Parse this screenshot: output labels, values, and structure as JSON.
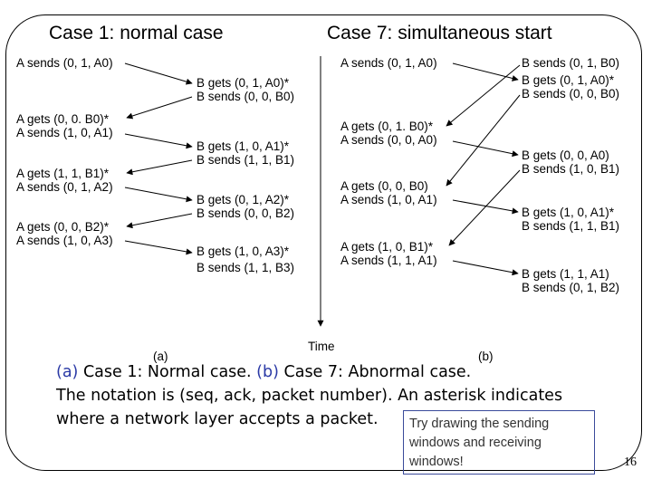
{
  "headers": {
    "left": "Case 1: normal case",
    "right": "Case 7: simultaneous start"
  },
  "diagram": {
    "left_a": [
      "A sends (0, 1, A0)",
      "A gets (0, 0. B0)*",
      "A sends (1, 0, A1)",
      "A gets (1, 1, B1)*",
      "A sends (0, 1, A2)",
      "A gets (0, 0, B2)*",
      "A sends (1, 0, A3)"
    ],
    "left_b": [
      "B gets (0, 1, A0)*",
      "B sends (0, 0, B0)",
      "B gets (1, 0, A1)*",
      "B sends (1, 1, B1)",
      "B gets (0, 1, A2)*",
      "B sends (0, 0, B2)",
      "B gets (1, 0, A3)*",
      "B sends (1, 1, B3)"
    ],
    "right_a": [
      "A sends (0, 1, A0)",
      "A gets (0, 1. B0)*",
      "A sends (0, 0, A0)",
      "A gets (0, 0, B0)",
      "A sends (1, 0, A1)",
      "A gets (1, 0, B1)*",
      "A sends (1, 1, A1)"
    ],
    "right_b": [
      "B sends (0, 1, B0)",
      "B gets (0, 1, A0)*",
      "B sends (0, 0, B0)",
      "B gets (0, 0, A0)",
      "B sends (1, 0, B1)",
      "B gets (1, 0, A1)*",
      "B sends (1, 1, B1)",
      "B gets (1, 1, A1)",
      "B sends (0, 1, B2)"
    ],
    "time_label": "Time",
    "sub_a": "(a)",
    "sub_b": "(b)"
  },
  "caption": {
    "a_tag": "(a)",
    "a_text": " Case 1: Normal case. ",
    "b_tag": "(b)",
    "b_text": " Case 7: Abnormal case.",
    "line2": "The notation is (seq, ack, packet number).  An asterisk indicates",
    "line3": "where a network layer accepts a packet."
  },
  "note": "Try drawing the sending windows and receiving windows!",
  "page_number": "16",
  "colors": {
    "caption_tag": "#2b3aa6",
    "note_border": "#3a4a9a"
  }
}
